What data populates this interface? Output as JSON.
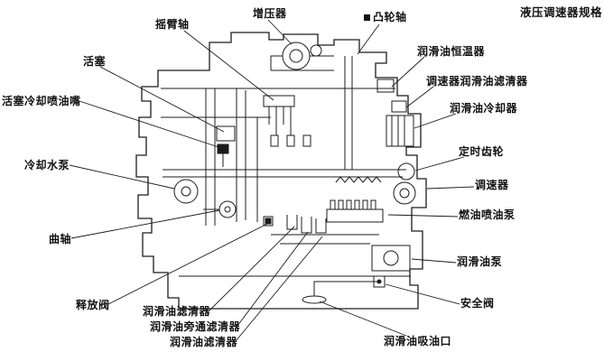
{
  "title": "液压调速器规格",
  "labels": {
    "rocker_shaft": "摇臂轴",
    "turbocharger": "增压器",
    "camshaft": "凸轮轴",
    "oil_thermostat": "润滑油恒温器",
    "governor_oil_filter": "调速器润滑油滤清器",
    "oil_cooler": "润滑油冷却器",
    "timing_gear": "定时齿轮",
    "governor": "调速器",
    "fuel_injection_pump": "燃油喷油泵",
    "oil_pump": "润滑油泵",
    "safety_valve": "安全阀",
    "oil_suction_port": "润滑油吸油口",
    "oil_filter_a": "润滑油滤清器",
    "oil_bypass_filter": "润滑油旁通滤清器",
    "oil_filter_b": "润滑油滤清器",
    "release_valve": "释放阀",
    "crankshaft": "曲轴",
    "cooling_water_pump": "冷却水泵",
    "piston_cooling_nozzle": "活塞冷却喷油嘴",
    "piston": "活塞"
  },
  "icons": {
    "camshaft_marker": "black-square"
  }
}
